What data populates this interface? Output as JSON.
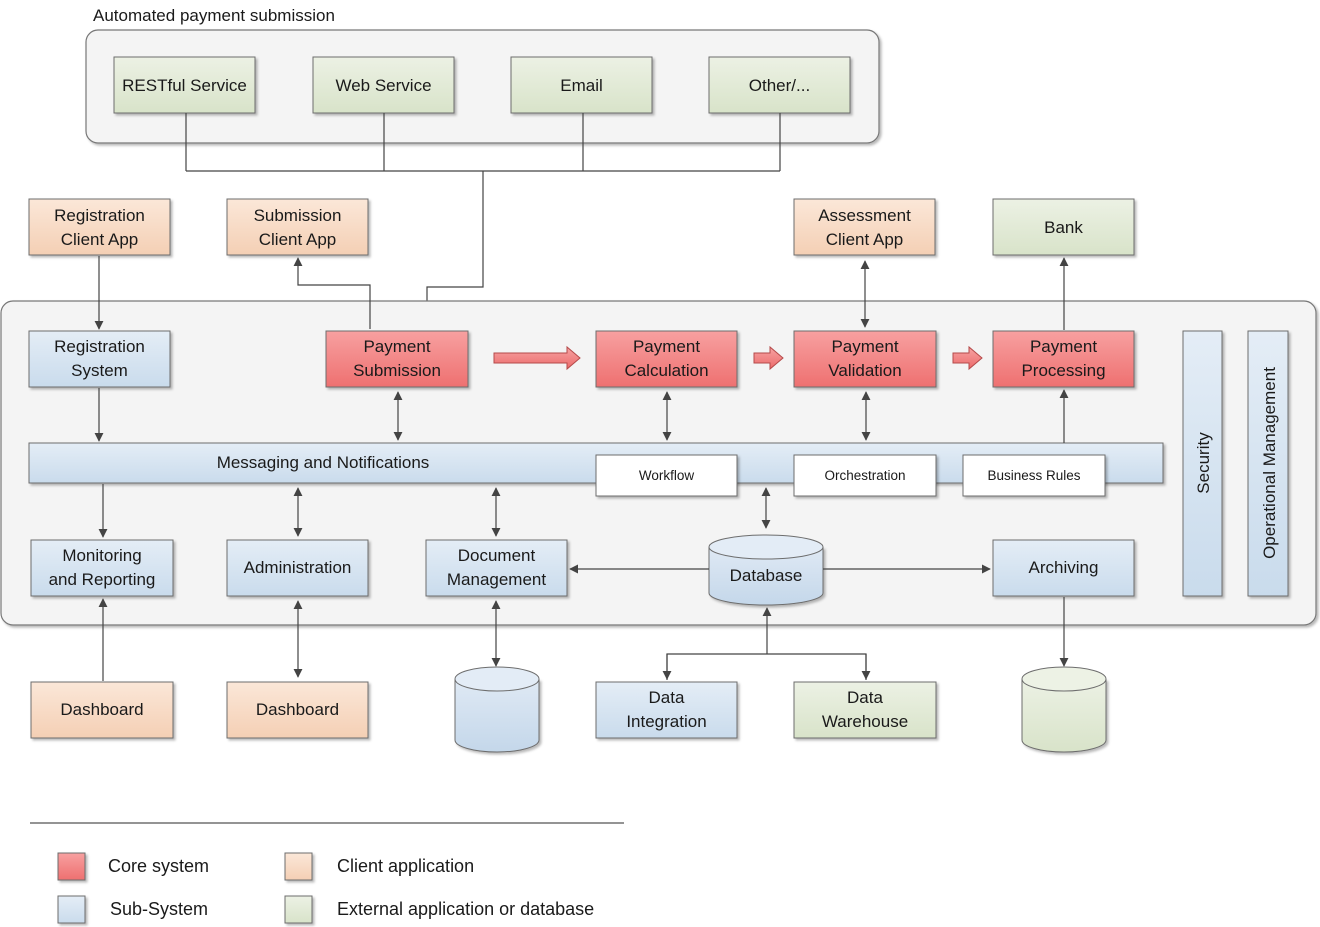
{
  "automated_group": {
    "title": "Automated payment submission",
    "items": [
      "RESTful Service",
      "Web Service",
      "Email",
      "Other/..."
    ]
  },
  "clients": {
    "registration_client": [
      "Registration",
      "Client App"
    ],
    "submission_client": [
      "Submission",
      "Client App"
    ],
    "assessment_client": [
      "Assessment",
      "Client App"
    ]
  },
  "external": {
    "bank": "Bank",
    "data_warehouse": [
      "Data",
      "Warehouse"
    ]
  },
  "core": {
    "payment_submission": [
      "Payment",
      "Submission"
    ],
    "payment_calculation": [
      "Payment",
      "Calculation"
    ],
    "payment_validation": [
      "Payment",
      "Validation"
    ],
    "payment_processing": [
      "Payment",
      "Processing"
    ]
  },
  "subsystems": {
    "registration_system": [
      "Registration",
      "System"
    ],
    "messaging": "Messaging and Notifications",
    "workflow": "Workflow",
    "orchestration": "Orchestration",
    "business_rules": "Business Rules",
    "monitoring": [
      "Monitoring",
      "and Reporting"
    ],
    "administration": "Administration",
    "document_management": [
      "Document",
      "Management"
    ],
    "database": "Database",
    "archiving": "Archiving",
    "security": "Security",
    "operational_management": "Operational Management",
    "data_integration": [
      "Data",
      "Integration"
    ]
  },
  "dashboards": {
    "dashboard_1": "Dashboard",
    "dashboard_2": "Dashboard"
  },
  "legend": {
    "core": "Core system",
    "client": "Client application",
    "subsystem": "Sub-System",
    "external": "External application or database"
  },
  "colors": {
    "core": "#f08080",
    "client": "#f7d8c2",
    "subsystem": "#d6e4f0",
    "external": "#e1ead6"
  }
}
